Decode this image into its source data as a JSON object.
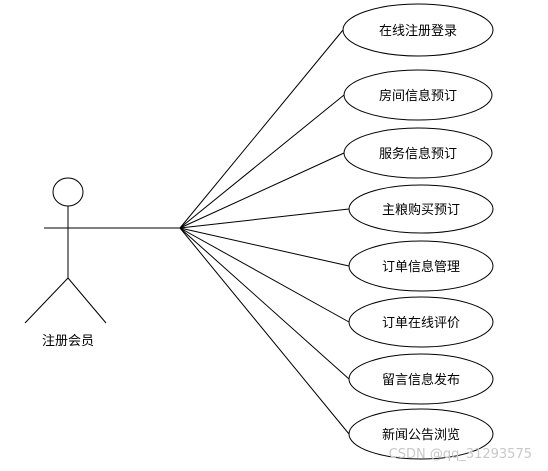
{
  "actor": {
    "label": "注册会员"
  },
  "use_cases": [
    {
      "label": "在线注册登录"
    },
    {
      "label": "房间信息预订"
    },
    {
      "label": "服务信息预订"
    },
    {
      "label": "主粮购买预订"
    },
    {
      "label": "订单信息管理"
    },
    {
      "label": "订单在线评价"
    },
    {
      "label": "留言信息发布"
    },
    {
      "label": "新闻公告浏览"
    }
  ],
  "watermark": "CSDN @qq_31293575"
}
